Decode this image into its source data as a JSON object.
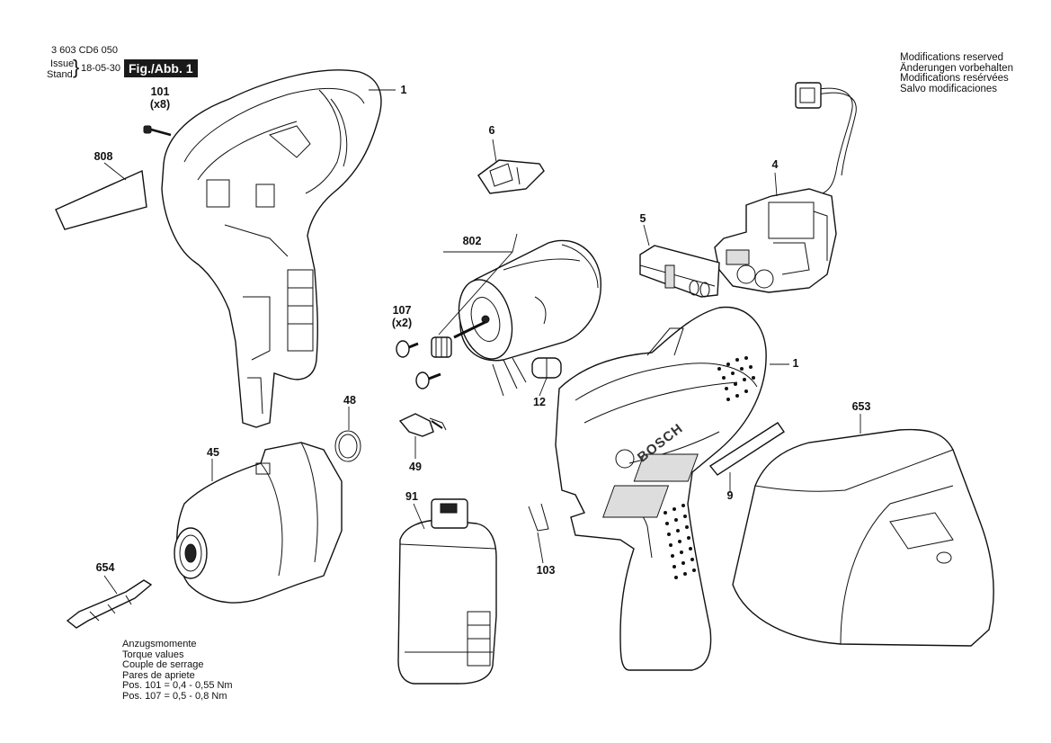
{
  "header": {
    "doc_number": "3 603 CD6 050",
    "issue_label": "Issue",
    "stand_label": "Stand",
    "date": "18-05-30",
    "figure_label": "Fig./Abb. 1"
  },
  "modifications": [
    "Modifications reserved",
    "Änderungen vorbehalten",
    "Modifications resérvées",
    "Salvo modificaciones"
  ],
  "torque": {
    "lines": [
      "Anzugsmomente",
      "Torque values",
      "Couple de serrage",
      "Pares de apriete"
    ],
    "pos101": "Pos. 101 = 0,4 - 0,55 Nm",
    "pos107": "Pos. 107 = 0,5 - 0,8 Nm"
  },
  "brand_text": "BOSCH",
  "callouts": {
    "p101": "101",
    "p101_qty": "(x8)",
    "p808": "808",
    "p1_left": "1",
    "p6": "6",
    "p4": "4",
    "p5": "5",
    "p802": "802",
    "p107": "107",
    "p107_qty": "(x2)",
    "p1_right": "1",
    "p12": "12",
    "p48": "48",
    "p49": "49",
    "p45": "45",
    "p653": "653",
    "p9": "9",
    "p91": "91",
    "p103": "103",
    "p654": "654"
  }
}
